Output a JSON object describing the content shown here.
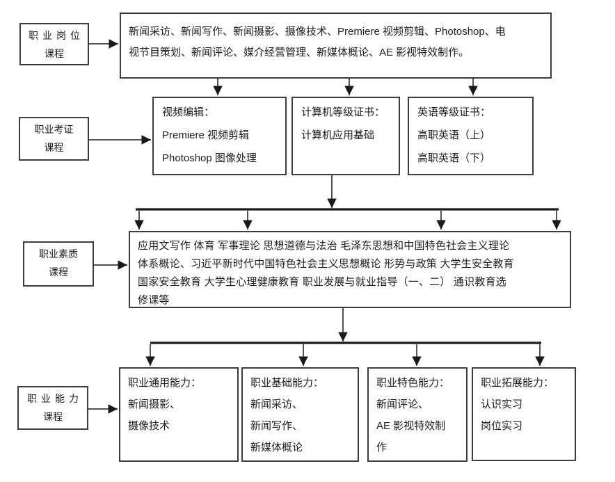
{
  "left_labels": [
    {
      "line1": "职业岗位",
      "line2": "课程"
    },
    {
      "line1": "职业考证",
      "line2": "课程"
    },
    {
      "line1": "职业素质",
      "line2": "课程"
    },
    {
      "line1": "职业能力",
      "line2": "课程"
    }
  ],
  "top_box": {
    "line1": "新闻采访、新闻写作、新闻摄影、摄像技术、Premiere 视频剪辑、Photoshop、电",
    "line2": "视节目策划、新闻评论、媒介经营管理、新媒体概论、AE 影视特效制作。"
  },
  "cert_boxes": [
    {
      "lines": [
        "视频编辑：",
        "Premiere 视频剪辑",
        "Photoshop 图像处理"
      ]
    },
    {
      "lines": [
        "计算机等级证书：",
        "计算机应用基础"
      ]
    },
    {
      "lines": [
        "英语等级证书：",
        "高职英语（上）",
        "高职英语（下）"
      ]
    }
  ],
  "quality_box": {
    "lines": [
      "应用文写作 体育 军事理论 思想道德与法治 毛泽东思想和中国特色社会主义理论",
      "体系概论、习近平新时代中国特色社会主义思想概论 形势与政策 大学生安全教育",
      "国家安全教育 大学生心理健康教育  职业发展与就业指导（一、二）  通识教育选",
      "修课等"
    ]
  },
  "ability_boxes": [
    {
      "lines": [
        "职业通用能力：",
        "新闻摄影、",
        "摄像技术"
      ]
    },
    {
      "lines": [
        "职业基础能力：",
        "新闻采访、",
        "新闻写作、",
        "新媒体概论"
      ]
    },
    {
      "lines": [
        "职业特色能力：",
        "新闻评论、",
        "AE 影视特效制",
        "作"
      ]
    },
    {
      "lines": [
        "职业拓展能力：",
        "认识实习",
        "岗位实习"
      ]
    }
  ],
  "colors": {
    "background": "#ffffff",
    "text": "#1c1c1c",
    "border": "#3d3d3d",
    "arrow": "#1a1a1a"
  }
}
